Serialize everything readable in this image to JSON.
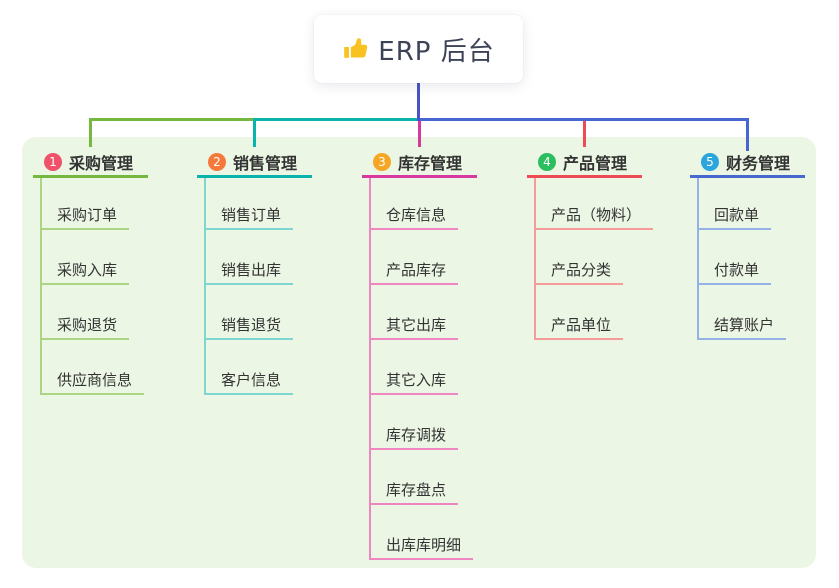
{
  "root": {
    "label": "ERP 后台",
    "icon": "thumbs-up-icon",
    "icon_color": "#F8C321",
    "text_color": "#3d4356"
  },
  "connectors": {
    "root_vertical_color": "#4b52c8",
    "right_horizontal_color": "#4766cf"
  },
  "panel_color": "#ebf6e4",
  "branches": [
    {
      "index": "1",
      "label": "采购管理",
      "badge_color": "#f0516b",
      "line_color": "#76b73f",
      "child_line_color": "#a9d584",
      "children": [
        "采购订单",
        "采购入库",
        "采购退货",
        "供应商信息"
      ]
    },
    {
      "index": "2",
      "label": "销售管理",
      "badge_color": "#f4793b",
      "line_color": "#0ab3ab",
      "child_line_color": "#7fd6d0",
      "children": [
        "销售订单",
        "销售出库",
        "销售退货",
        "客户信息"
      ]
    },
    {
      "index": "3",
      "label": "库存管理",
      "badge_color": "#f6a623",
      "line_color": "#d8399e",
      "child_line_color": "#ee86c2",
      "children": [
        "仓库信息",
        "产品库存",
        "其它出库",
        "其它入库",
        "库存调拨",
        "库存盘点",
        "出库库明细"
      ]
    },
    {
      "index": "4",
      "label": "产品管理",
      "badge_color": "#2abe5e",
      "line_color": "#ee4b57",
      "child_line_color": "#f59b9b",
      "children": [
        "产品（物料）",
        "产品分类",
        "产品单位"
      ]
    },
    {
      "index": "5",
      "label": "财务管理",
      "badge_color": "#2ba6dc",
      "line_color": "#4668cf",
      "child_line_color": "#96b1e6",
      "children": [
        "回款单",
        "付款单",
        "结算账户"
      ]
    }
  ]
}
